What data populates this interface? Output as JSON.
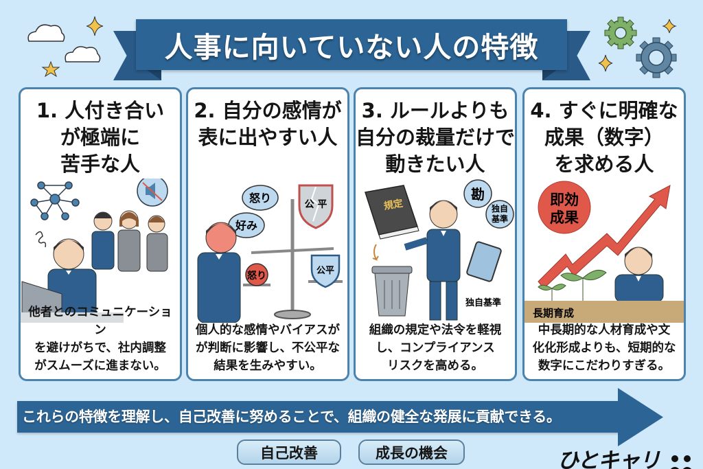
{
  "title": "人事に向いていない人の特徴",
  "cards": [
    {
      "number": "1.",
      "title": "1. 人付き合い\nが極端に\n苦手な人",
      "description": "他者とのコミュニケーション\nを避けがちで、社内調整\nがスムーズに進まない。",
      "illustration": {
        "icons": [
          "network-icon",
          "muted-speaker-icon",
          "frustration-scribble-icon"
        ],
        "scene": "person at laptop avoiding chatting colleagues"
      }
    },
    {
      "number": "2.",
      "title": "2. 自分の感情が\n表に出やすい人",
      "description": "個人的な感情やバイアスが\nが判断に影響し、不公平な\n結果を生みやすい。",
      "illustration": {
        "bubbles": [
          "怒り",
          "好み"
        ],
        "broken_shield_label": "公平",
        "scale_left_label": "怒り",
        "scale_right_label": "公平"
      }
    },
    {
      "number": "3.",
      "title": "3. ルールよりも\n自分の裁量だけで\n動きたい人",
      "description": "組織の規定や法令を軽視\nし、コンプライアンス\nリスクを高める。",
      "illustration": {
        "book_label": "規定",
        "bubble_1": "勘",
        "bubble_2": "独自\n基準",
        "tablet_caption": "独自基準"
      }
    },
    {
      "number": "4.",
      "title": "4. すぐに明確な\n成果（数字）\nを求める人",
      "description": "中長期的な人材育成や文\n化化形成よりも、短期的な\n数字にこだわりすぎる。",
      "illustration": {
        "badge_label": "即効\n成果",
        "ground_label": "長期育成"
      }
    }
  ],
  "footer": {
    "arrow_text": "これらの特徴を理解し、自己改善に努めることで、組織の健全な発展に貢献できる。",
    "pills": [
      "自己改善",
      "成長の機会"
    ],
    "logo": "ひとキャリ"
  },
  "colors": {
    "background": "#cfe8fa",
    "ribbon": "#2c6595",
    "card_border": "#4c83ad",
    "accent_red": "#e0584a",
    "star": "#f0c14b",
    "gear_green": "#7fb069",
    "gear_blue": "#5f86a3"
  }
}
